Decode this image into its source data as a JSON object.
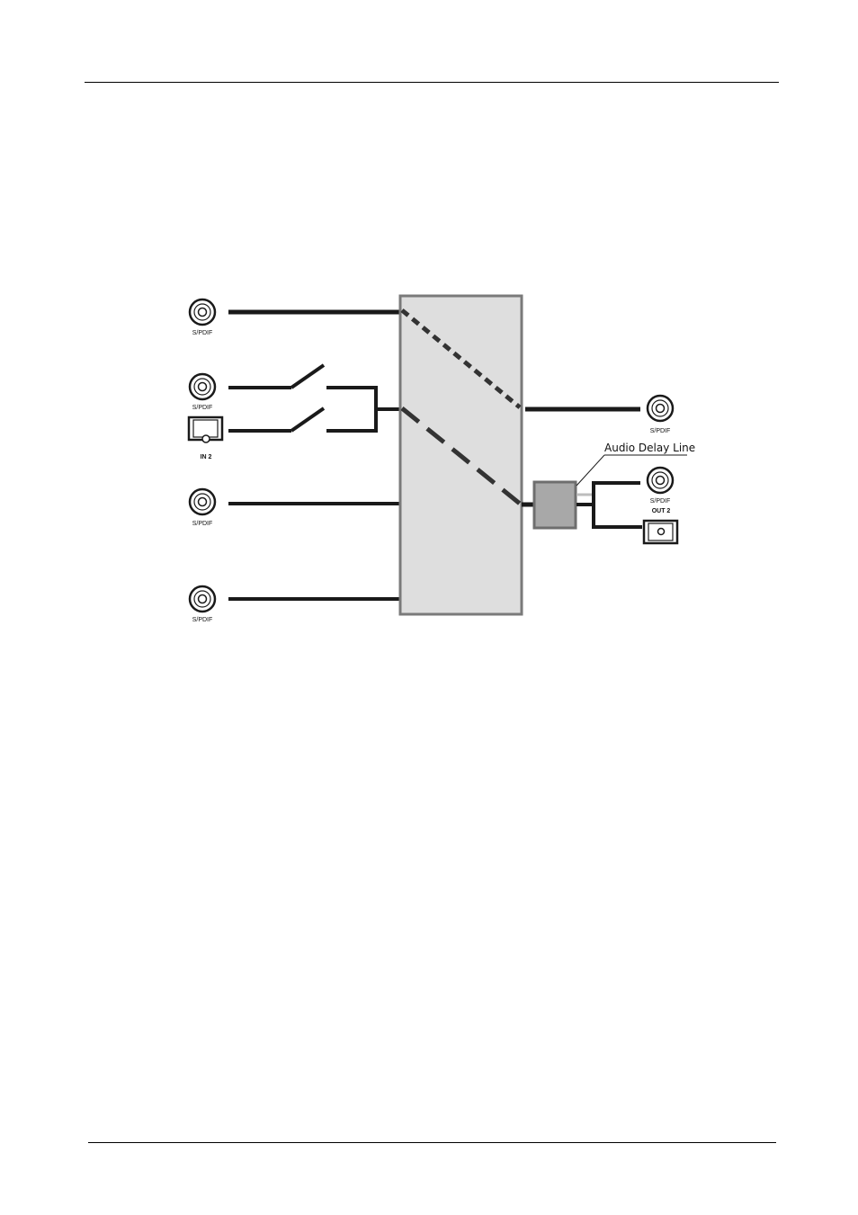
{
  "inputs": {
    "in1_label": "S/PDIF",
    "in2_coax_label": "S/PDIF",
    "in2_label": "IN 2",
    "in3_label": "S/PDIF",
    "in4_label": "S/PDIF"
  },
  "outputs": {
    "out1_label": "S/PDIF",
    "out2_coax_label": "S/PDIF",
    "out2_label": "OUT 2"
  },
  "callout": {
    "delay_label": "Audio Delay Line"
  },
  "colors": {
    "line": "#1a1a1a",
    "matrix_fill": "#dedede",
    "matrix_border": "#7a7a7a",
    "delay_fill": "#a8a8a8",
    "delay_border": "#6e6e6e"
  }
}
